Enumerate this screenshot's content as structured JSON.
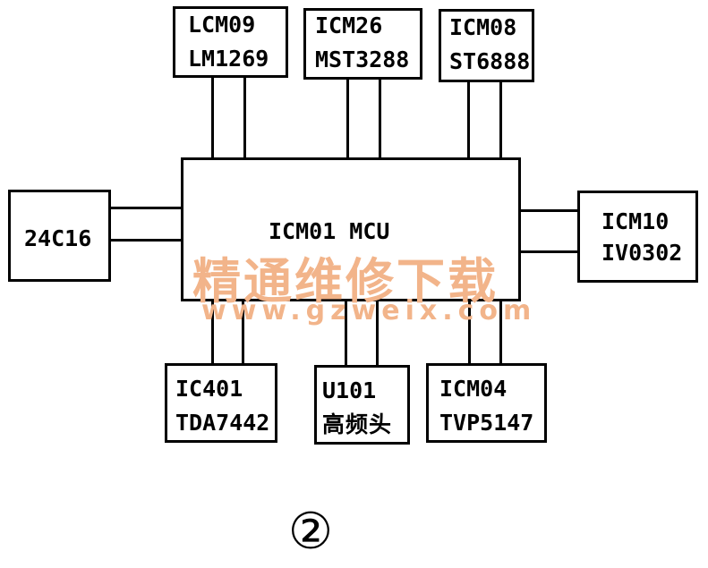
{
  "blocks": {
    "mcu": "ICM01 MCU",
    "lcm09": [
      "LCM09",
      "LM1269"
    ],
    "icm26": [
      "ICM26",
      "MST3288"
    ],
    "icm08": [
      "ICM08",
      "ST6888"
    ],
    "eeprom": "24C16",
    "icm10": [
      "ICM10",
      "IV0302"
    ],
    "ic401": [
      "IC401",
      "TDA7442"
    ],
    "u101": [
      "U101",
      "高频头"
    ],
    "icm04": [
      "ICM04",
      "TVP5147"
    ]
  },
  "watermark": {
    "cn": "精通维修下载",
    "url": "www.gzweix.com"
  },
  "figure_number": "②"
}
